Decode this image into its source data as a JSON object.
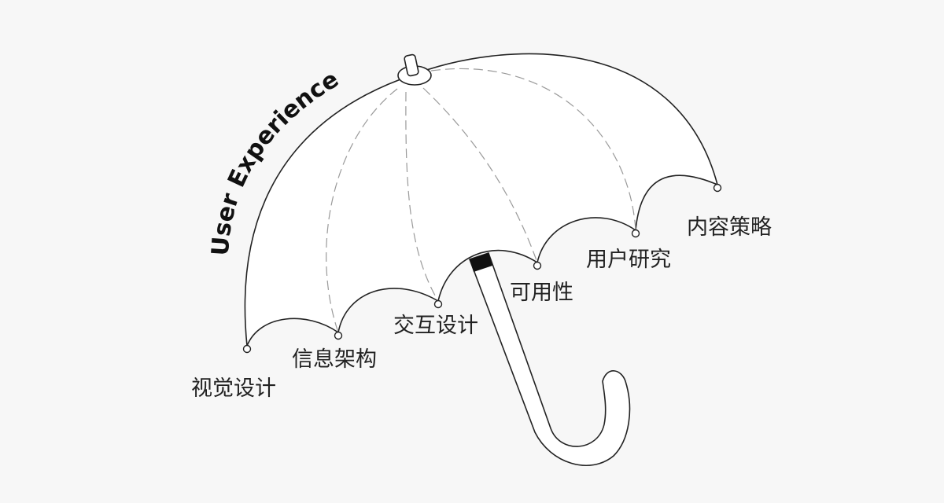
{
  "title": "User Experience",
  "segments": [
    {
      "label": "视觉设计"
    },
    {
      "label": "信息架构"
    },
    {
      "label": "交互设计"
    },
    {
      "label": "可用性"
    },
    {
      "label": "用户研究"
    },
    {
      "label": "内容策略"
    }
  ]
}
